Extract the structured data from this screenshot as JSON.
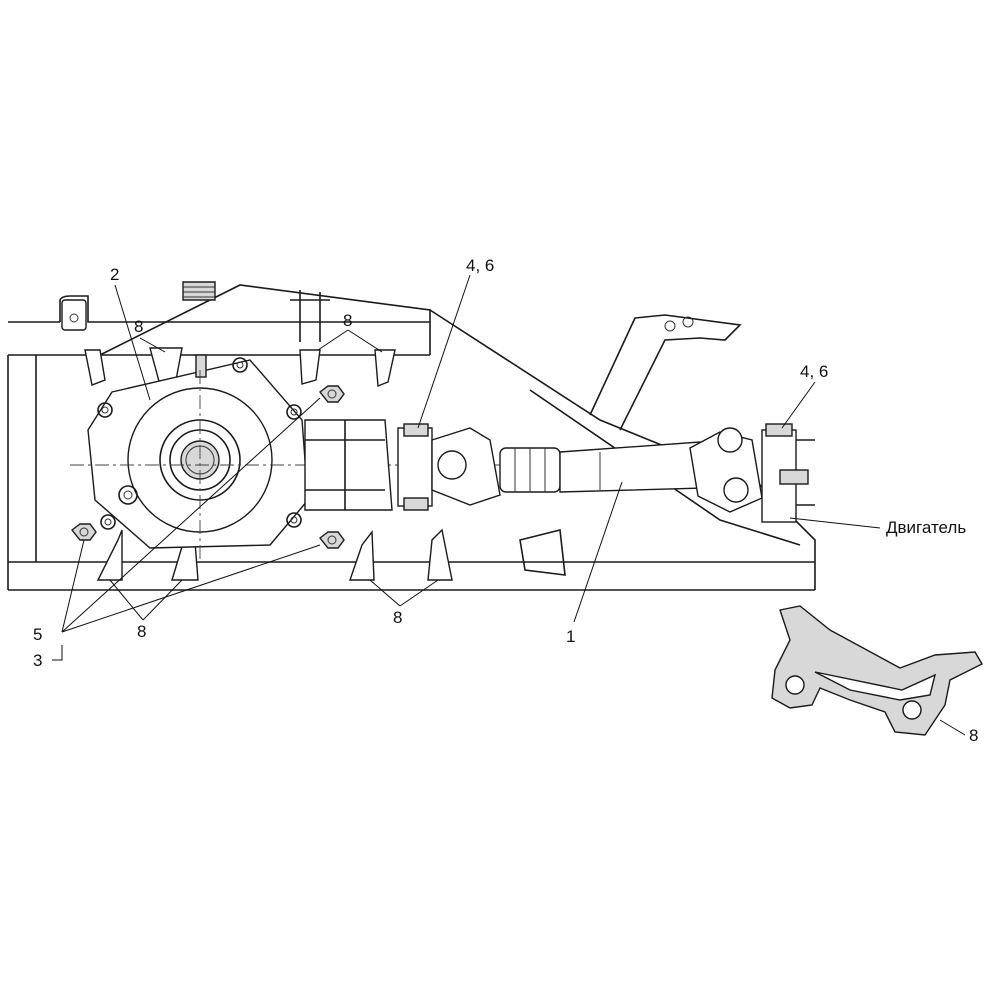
{
  "callouts": {
    "shaft": "1",
    "gearbox": "2",
    "washer": "3",
    "bolt_nut_top": "4, 6",
    "bolt_nut_right": "4, 6",
    "nut": "5",
    "bracket_top_left": "8",
    "bracket_top_mid": "8",
    "bracket_bottom_left": "8",
    "bracket_bottom_mid": "8",
    "bracket_detail": "8",
    "engine": "Двигатель"
  }
}
